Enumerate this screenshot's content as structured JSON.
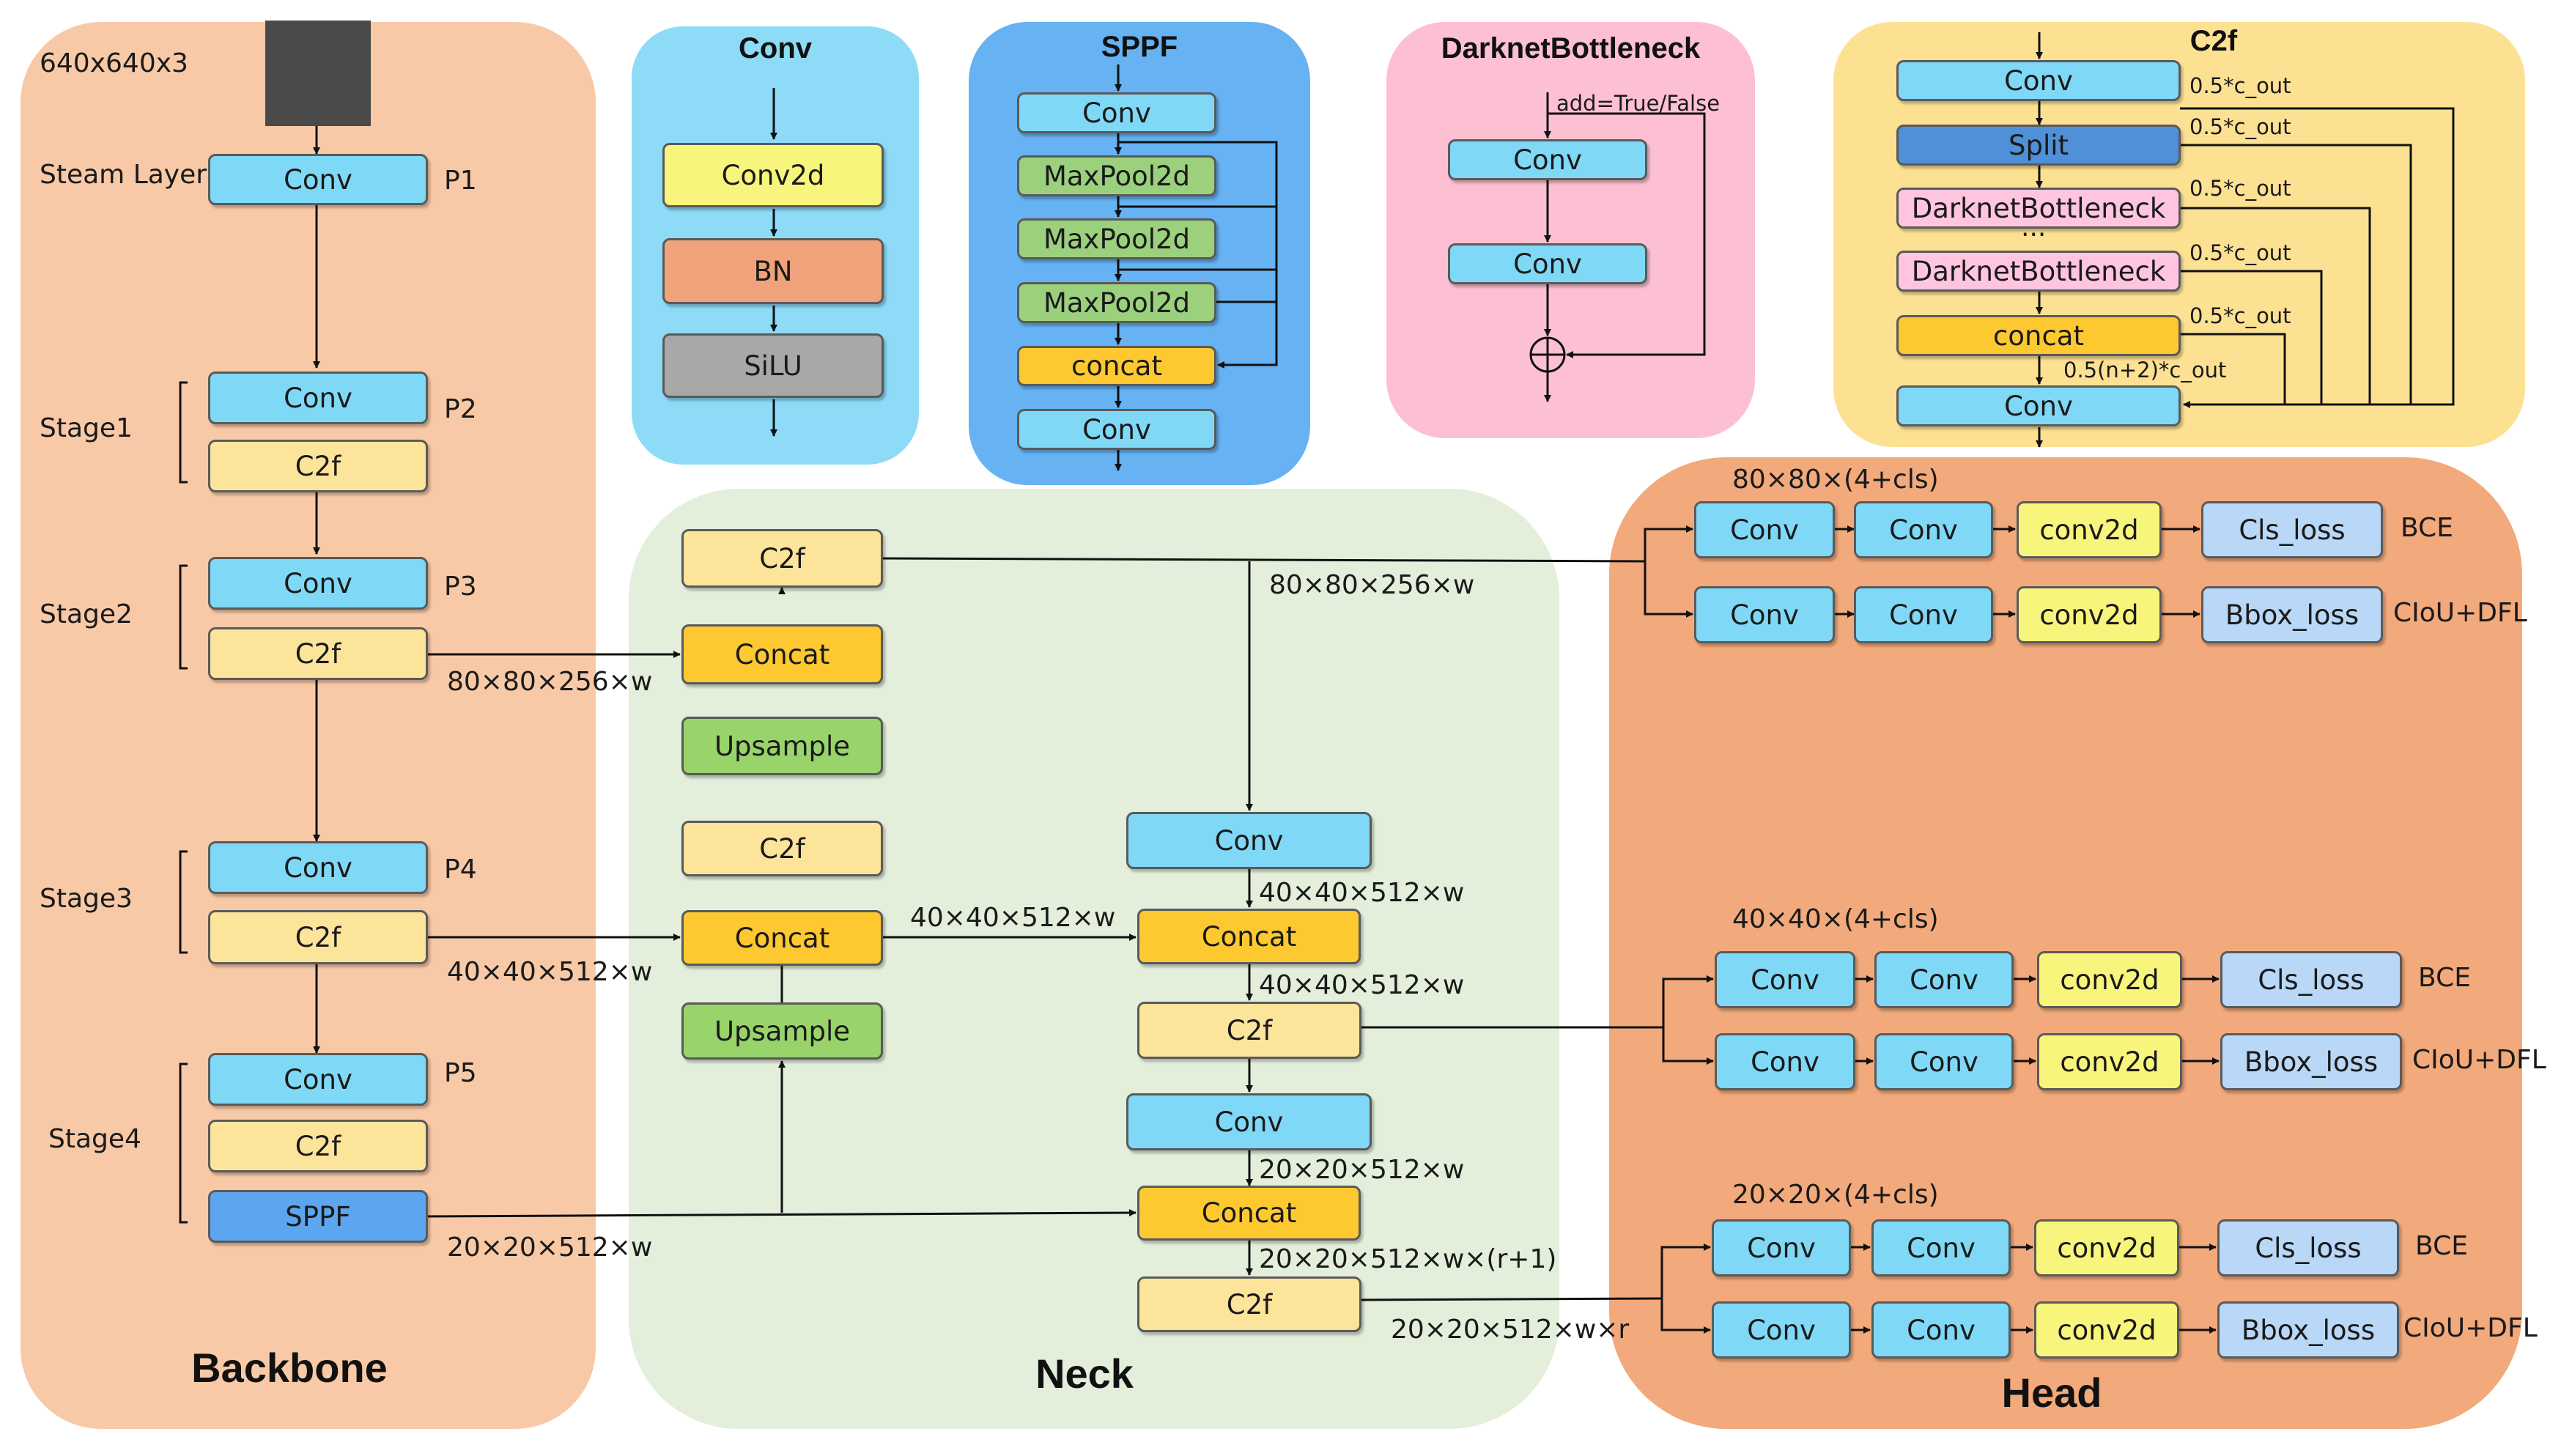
{
  "panels": {
    "backbone": {
      "title": "Backbone",
      "color": "#f8c9a6"
    },
    "neck": {
      "title": "Neck",
      "color": "#e3eedb"
    },
    "head": {
      "title": "Head",
      "color": "#f2a97b"
    },
    "conv": {
      "title": "Conv",
      "color": "#8ddbf7"
    },
    "sppf": {
      "title": "SPPF",
      "color": "#66b2f2"
    },
    "bottleneck": {
      "title": "DarknetBottleneck",
      "color": "#fcc0d2"
    },
    "c2f": {
      "title": "C2f",
      "color": "#fde193"
    }
  },
  "backbone": {
    "input_size": "640x640x3",
    "steam_label": "Steam Layer",
    "stages": [
      "Stage1",
      "Stage2",
      "Stage3",
      "Stage4"
    ],
    "p_labels": [
      "P1",
      "P2",
      "P3",
      "P4",
      "P5"
    ],
    "conv": "Conv",
    "c2f": "C2f",
    "sppf": "SPPF",
    "out_p3": "80×80×256×w",
    "out_p4": "40×40×512×w",
    "out_p5": "20×20×512×w"
  },
  "conv_block": {
    "items": [
      "Conv2d",
      "BN",
      "SiLU"
    ]
  },
  "sppf_block": {
    "items": [
      "Conv",
      "MaxPool2d",
      "MaxPool2d",
      "MaxPool2d",
      "concat",
      "Conv"
    ]
  },
  "bottleneck_block": {
    "add_label": "add=True/False",
    "items": [
      "Conv",
      "Conv"
    ]
  },
  "c2f_block": {
    "items": [
      "Conv",
      "Split",
      "DarknetBottleneck",
      "DarknetBottleneck",
      "concat",
      "Conv"
    ],
    "dots": "···",
    "side_labels": [
      "0.5*c_out",
      "0.5*c_out",
      "0.5*c_out",
      "0.5*c_out",
      "0.5*c_out"
    ],
    "concat_out": "0.5(n+2)*c_out"
  },
  "neck": {
    "c2f": "C2f",
    "concat": "Concat",
    "upsample": "Upsample",
    "conv": "Conv",
    "lbl_80_right": "80×80×256×w",
    "lbl_40_mid": "40×40×512×w",
    "lbl_40_a": "40×40×512×w",
    "lbl_40_b": "40×40×512×w",
    "lbl_20_a": "20×20×512×w",
    "lbl_20_b": "20×20×512×w×(r+1)",
    "lbl_20_out": "20×20×512×w×r"
  },
  "head": {
    "scales": [
      "80×80×(4+cls)",
      "40×40×(4+cls)",
      "20×20×(4+cls)"
    ],
    "conv": "Conv",
    "conv2d": "conv2d",
    "cls_loss": "Cls_loss",
    "bbox_loss": "Bbox_loss",
    "bce": "BCE",
    "ciou": "CIoU+DFL"
  }
}
